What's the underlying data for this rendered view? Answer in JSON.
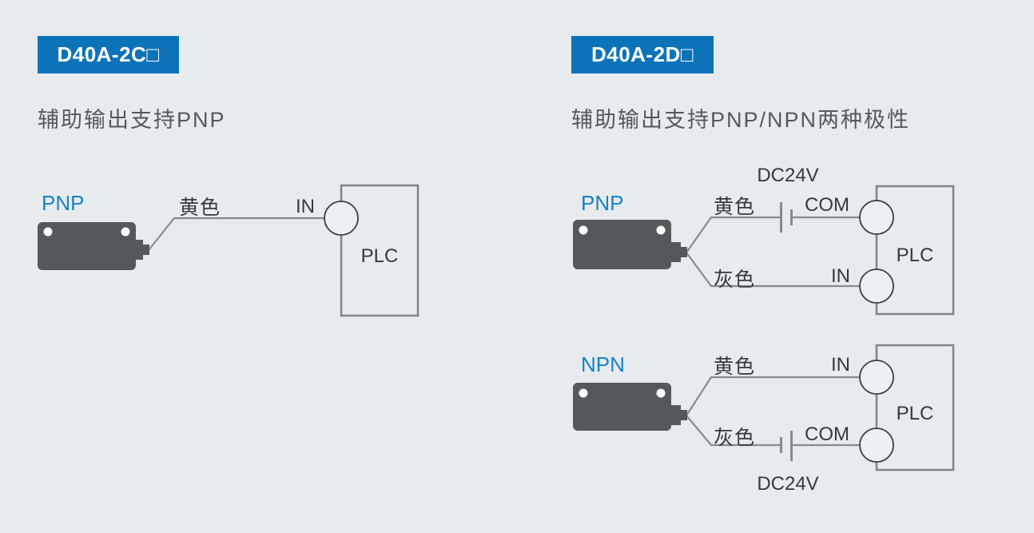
{
  "colors": {
    "background": "#e8ebed",
    "badge_bg": "#0d73b8",
    "badge_text": "#ffffff",
    "heading_text": "#56595c",
    "type_label_blue": "#1583c6",
    "diagram_text": "#36393c",
    "sensor_body": "#54585a",
    "wire_gray": "#848b90",
    "plc_border": "#7d858a",
    "terminal_fill": "#edf0f2",
    "terminal_border": "#3b3e41"
  },
  "left_panel": {
    "badge": "D40A-2C□",
    "heading": "辅助输出支持PNP",
    "diagram": {
      "type_label": "PNP",
      "wire_label": "黄色",
      "terminal_label": "IN",
      "device_label": "PLC"
    }
  },
  "right_panel": {
    "badge": "D40A-2D□",
    "heading": "辅助输出支持PNP/NPN两种极性",
    "pnp_diagram": {
      "type_label": "PNP",
      "power_label": "DC24V",
      "wire1_label": "黄色",
      "wire1_terminal": "COM",
      "wire2_label": "灰色",
      "wire2_terminal": "IN",
      "device_label": "PLC"
    },
    "npn_diagram": {
      "type_label": "NPN",
      "power_label": "DC24V",
      "wire1_label": "黄色",
      "wire1_terminal": "IN",
      "wire2_label": "灰色",
      "wire2_terminal": "COM",
      "device_label": "PLC"
    }
  }
}
